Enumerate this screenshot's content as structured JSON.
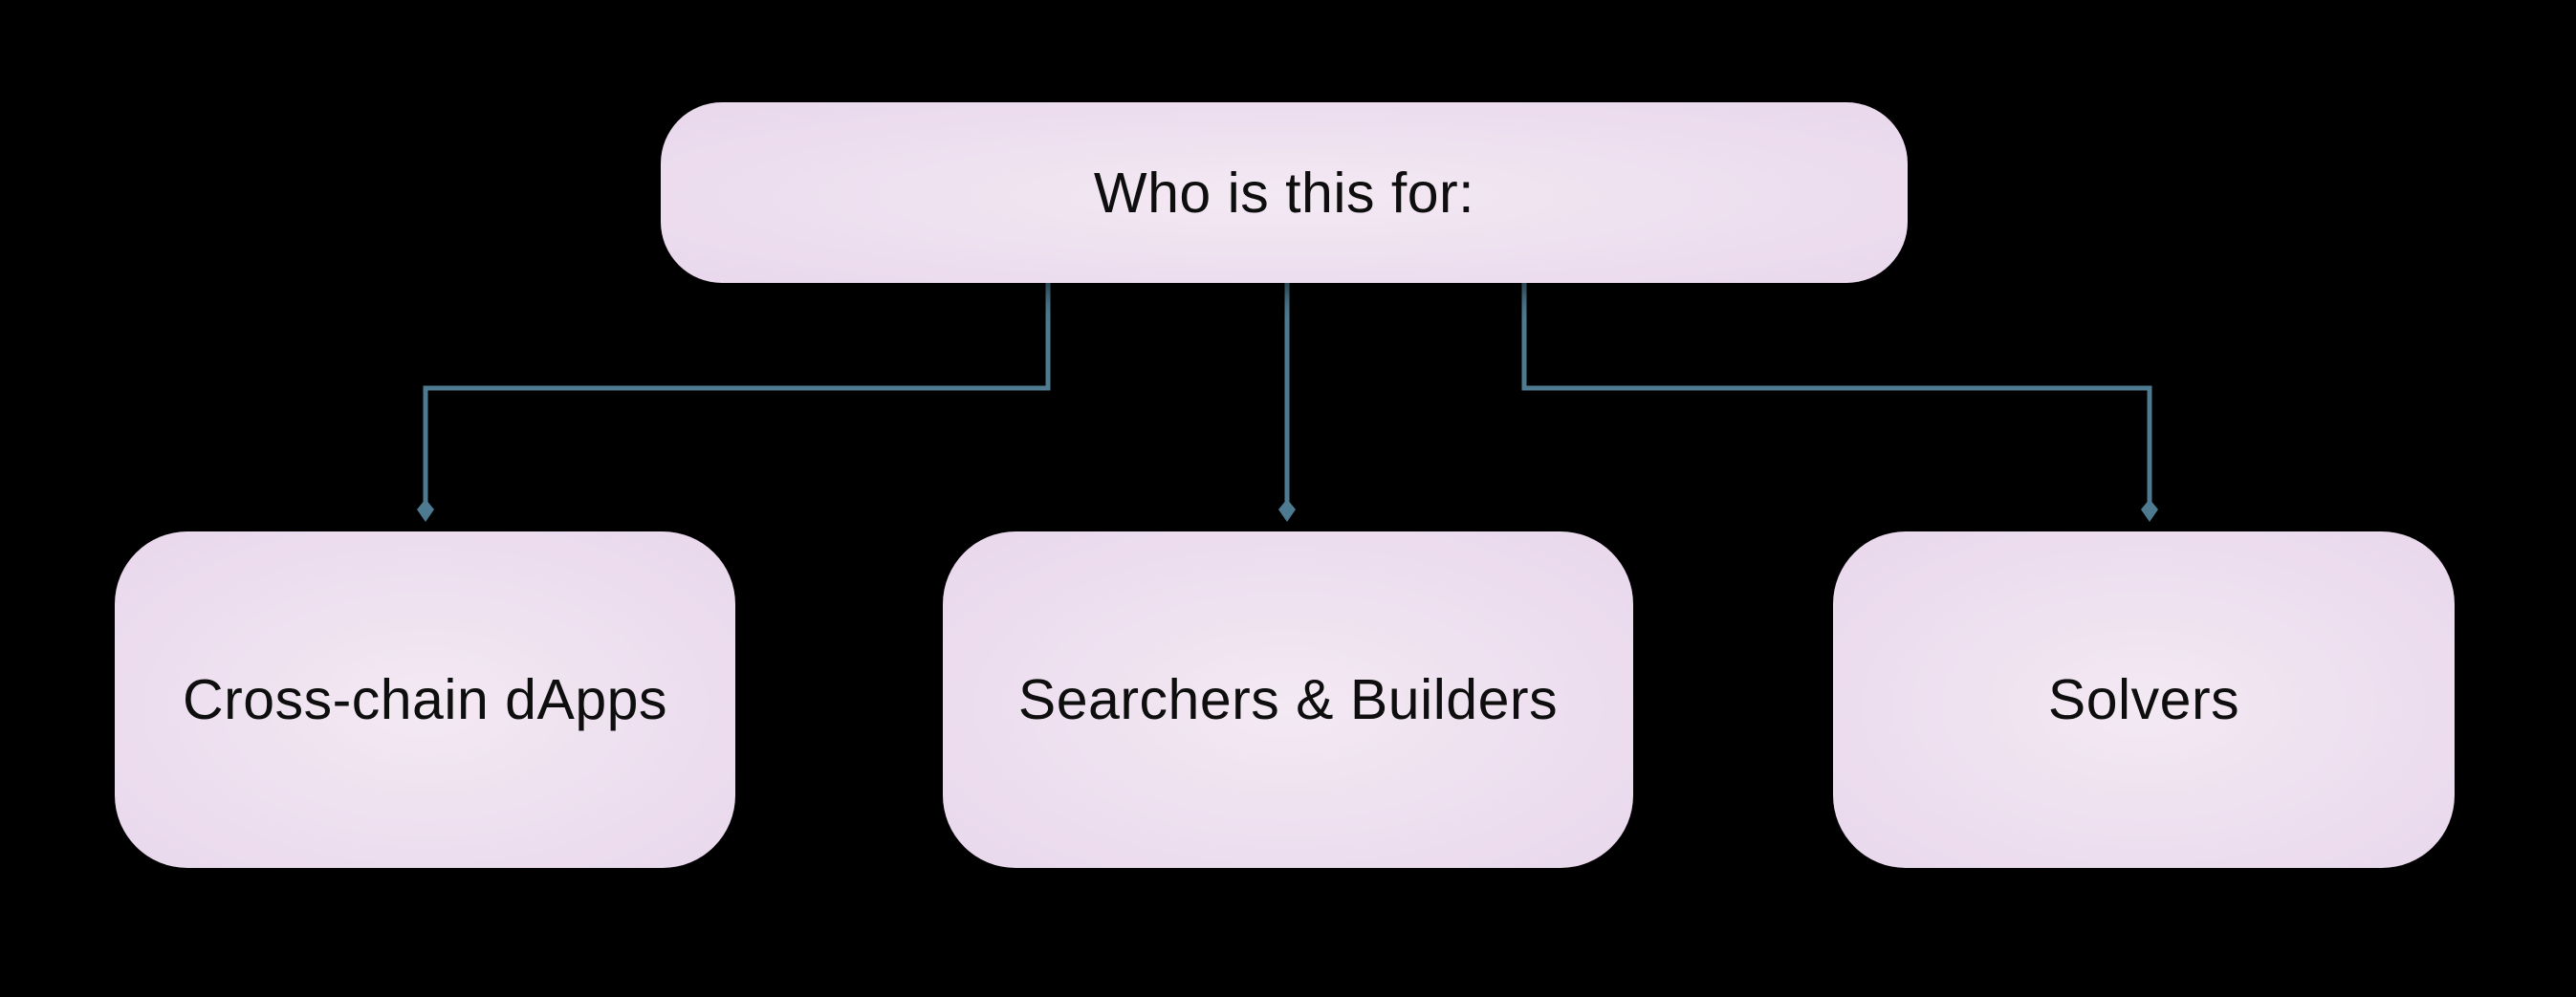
{
  "diagram": {
    "root": {
      "label": "Who is this for:"
    },
    "children": [
      {
        "label": "Cross-chain dApps"
      },
      {
        "label": "Searchers & Builders"
      },
      {
        "label": "Solvers"
      }
    ]
  },
  "colors": {
    "background": "#000000",
    "node_fill_center": "#f3e9f3",
    "node_fill_mid": "#eddfef",
    "node_fill_edge": "#e9d7ec",
    "node_text": "#0e0e0e",
    "connector": "#4e7b92"
  }
}
